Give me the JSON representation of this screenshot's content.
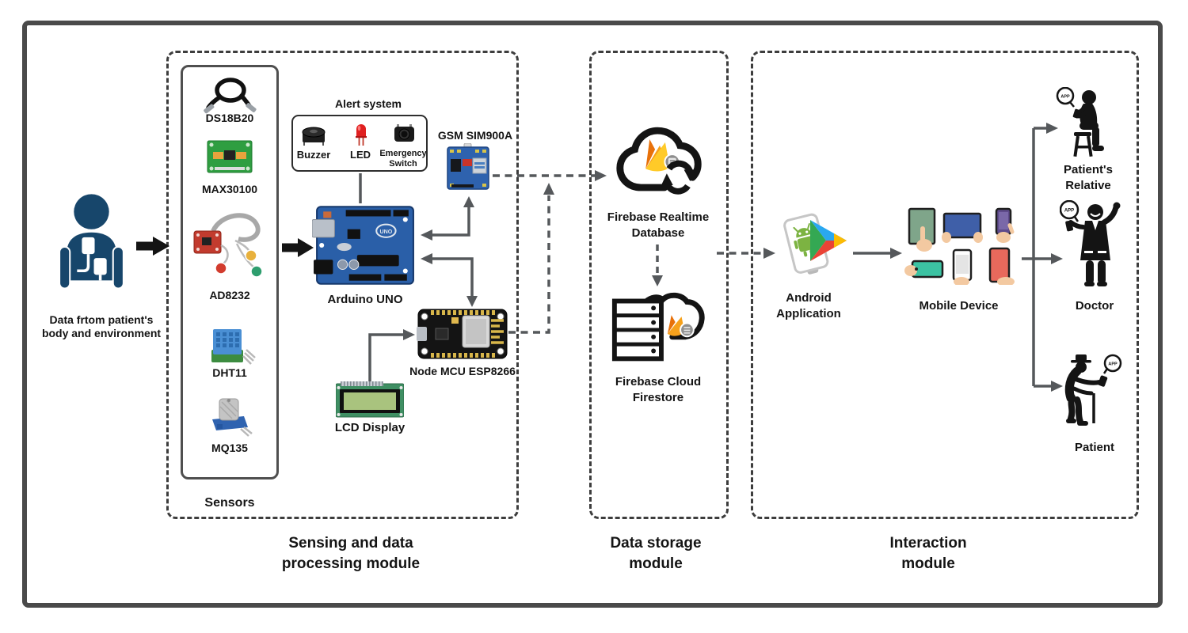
{
  "modules": {
    "sensing": {
      "line1": "Sensing and data",
      "line2": "processing module"
    },
    "storage": {
      "line1": "Data storage",
      "line2": "module"
    },
    "interaction": {
      "line1": "Interaction",
      "line2": "module"
    }
  },
  "source": {
    "line1": "Data frtom patient's",
    "line2": "body and environment"
  },
  "sensors": {
    "box_label": "Sensors",
    "items": [
      "DS18B20",
      "MAX30100",
      "AD8232",
      "DHT11",
      "MQ135"
    ]
  },
  "alert": {
    "title": "Alert system",
    "buzzer": "Buzzer",
    "led": "LED",
    "switch_line1": "Emergency",
    "switch_line2": "Switch"
  },
  "components": {
    "gsm": "GSM SIM900A",
    "arduino": "Arduino UNO",
    "arduino_badge": "UNO",
    "nodemcu": "Node MCU ESP8266",
    "lcd": "LCD Display"
  },
  "firebase": {
    "realtime_line1": "Firebase Realtime",
    "realtime_line2": "Database",
    "firestore_line1": "Firebase Cloud",
    "firestore_line2": "Firestore"
  },
  "android": {
    "line1": "Android",
    "line2": "Application"
  },
  "mobile": {
    "label": "Mobile Device"
  },
  "people": {
    "relative_line1": "Patient's",
    "relative_line2": "Relative",
    "doctor": "Doctor",
    "patient": "Patient",
    "bubble": "APP"
  },
  "colors": {
    "patient_navy": "#17466b",
    "connector_gray": "#55585b",
    "connector_black": "#141414",
    "firebase_orange": "#f6a11c",
    "firebase_amber": "#ffca28",
    "led_red": "#e02020",
    "arduino_blue": "#2a52a0",
    "play_blue": "#2aa8f0",
    "play_green": "#34a853",
    "play_red": "#ea4335",
    "play_yellow": "#fbbc04"
  }
}
